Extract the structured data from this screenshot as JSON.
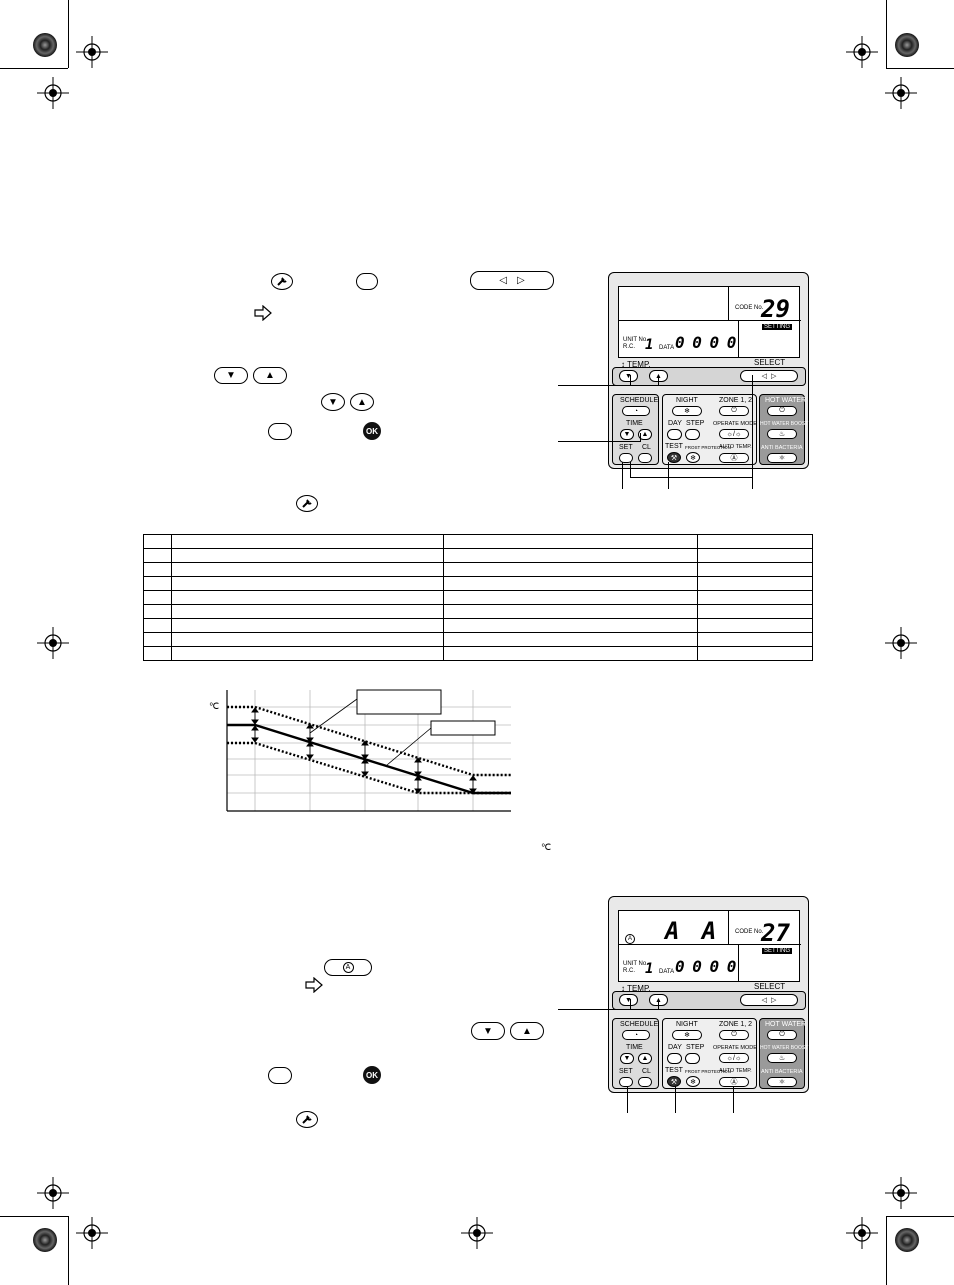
{
  "lcd_top": {
    "temp": "29",
    "code": "0 0 0 0",
    "unit": "1"
  },
  "lcd_bottom": {
    "temp": "27",
    "code": "0 0 0 0",
    "unit": "1",
    "mode": "A  A"
  },
  "remote_labels": {
    "temp": "TEMP.",
    "select": "SELECT",
    "schedule": "SCHEDULE",
    "night": "NIGHT",
    "zone": "ZONE 1, 2",
    "hot_water": "HOT WATER",
    "time": "TIME",
    "day": "DAY",
    "step": "STEP",
    "operate_mode": "OPERATE MODE",
    "hot_water_boost": "HOT WATER BOOST",
    "test": "TEST",
    "frost_protection": "FROST PROTECTION",
    "auto_temp": "AUTO TEMP.",
    "anti_bacteria": "ANTI BACTERIA",
    "set_top": "SET",
    "set_bottom": "SET",
    "cl": "CL",
    "lcd_small_a": "CODE No.",
    "lcd_small_b": "SETTING",
    "lcd_small_c": "UNIT No.",
    "lcd_small_d": "R.C.",
    "lcd_small_e": "DATA"
  },
  "inline_icons": {
    "ok": "OK",
    "auto": "A"
  },
  "chart_unit": "℃",
  "bottom_unit": "℃",
  "icons": [
    "wrench-icon",
    "arrow-right-icon",
    "arrow-down-icon",
    "arrow-up-icon",
    "triangle-left-icon",
    "triangle-right-icon",
    "registration-mark-icon"
  ]
}
